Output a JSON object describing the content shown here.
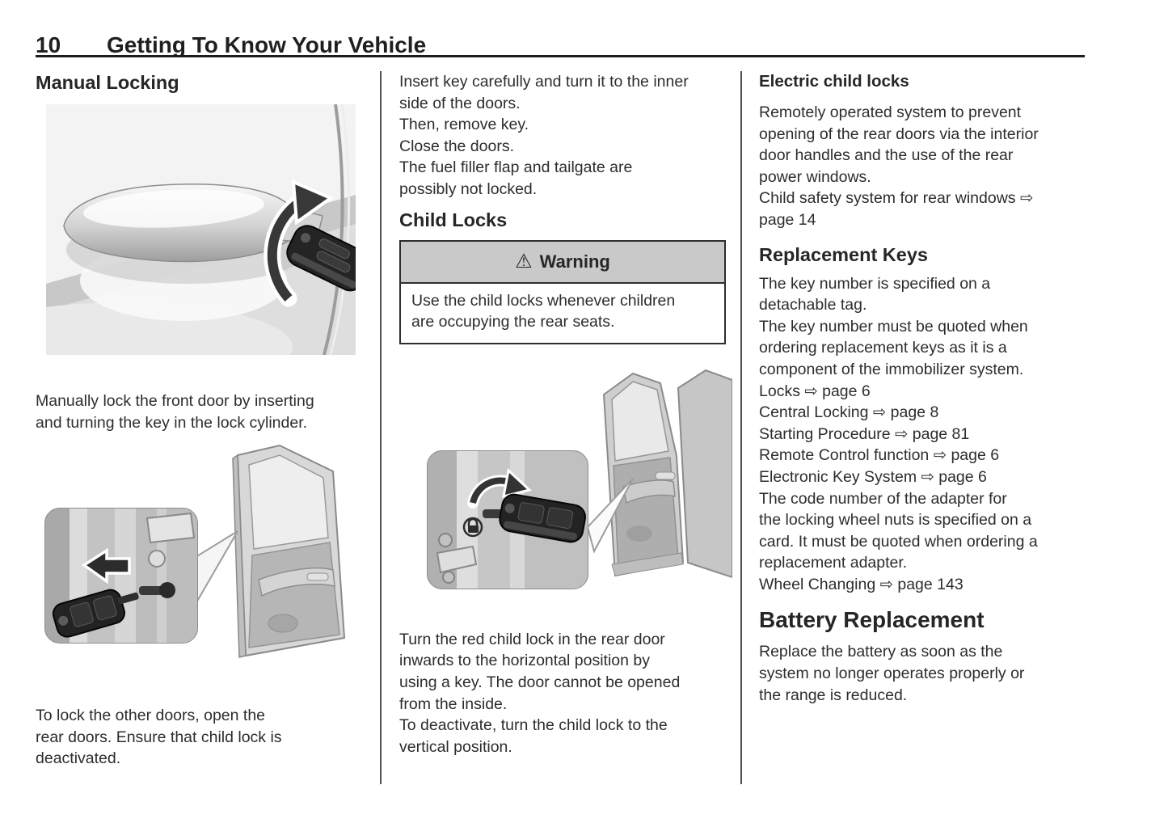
{
  "header": {
    "page_number": "10",
    "chapter_title": "Getting To Know Your Vehicle"
  },
  "left_column": {
    "heading": "Manual Locking",
    "figure_door_handle_alt": "car-door-handle-with-key-and-turn-arrow",
    "para_lock_front": "Manually lock the front door by inserting\nand turning the key in the lock cylinder.",
    "figure_front_door_alt": "open-front-door-with-key-in-lock-inset",
    "para_lock_other": "To lock the other doors, open the\nrear doors. Ensure that child lock is\ndeactivated."
  },
  "middle_column": {
    "paragraphs_top": [
      "Insert key carefully and turn it to the inner\nside of the doors.",
      "Then, remove key.",
      "Close the doors.",
      "The fuel filler flap and tailgate are\npossibly not locked."
    ],
    "heading": "Child Locks",
    "warning": {
      "icon": "warning-triangle",
      "title": "Warning",
      "text": "Use the child locks whenever children\nare occupying the rear seats."
    },
    "figure_rear_door_alt": "open-rear-door-with-child-lock-key-inset",
    "paragraphs_bottom": [
      "Turn the red child lock in the rear door\ninwards to the horizontal position by\nusing a key. The door cannot be opened\nfrom the inside.",
      "To deactivate, turn the child lock to the\nvertical position."
    ]
  },
  "right_column": {
    "heading_electric": "Electric child locks",
    "para_electric": "Remotely operated system to prevent\nopening of the rear doors via the interior\ndoor handles and the use of the rear\npower windows.",
    "xref_child_safety": "Child safety system for rear windows ⇨\npage 14",
    "heading_replacement": "Replacement Keys",
    "para_key_tag": "The key number is specified on a\ndetachable tag.",
    "para_key_quoted": "The key number must be quoted when\nordering replacement keys as it is a\ncomponent of the immobilizer system.",
    "xref_list": [
      "Locks ⇨ page 6",
      "Central Locking ⇨ page 8",
      "Starting Procedure ⇨ page 81",
      "Remote Control function ⇨ page 6",
      "Electronic Key System ⇨ page 6"
    ],
    "para_adapter": "The code number of the adapter for\nthe locking wheel nuts is specified on a\ncard. It must be quoted when ordering a\nreplacement adapter.",
    "xref_wheel_changing": "Wheel Changing ⇨ page 143",
    "heading_battery": "Battery Replacement",
    "para_battery": "Replace the battery as soon as the\nsystem no longer operates properly or\nthe range is reduced."
  },
  "colors": {
    "text": "#2d2d2d",
    "rule": "#1c1c1c",
    "divider": "#4f4f4f",
    "warning_header_bg": "#c9c9c9",
    "warning_border": "#2e2e2e"
  }
}
